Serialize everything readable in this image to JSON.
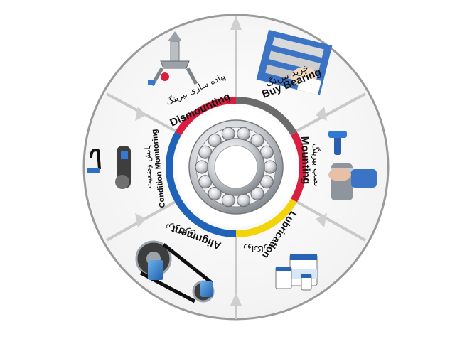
{
  "segments": [
    {
      "id": "buy",
      "label_en": "Buy Bearing",
      "label_fa": "خرید بیرینگ",
      "icon": "bearing-shelf-photo",
      "ring_color": "#6b6b6b"
    },
    {
      "id": "mount",
      "label_en": "Mounting",
      "label_fa": "نصب بیرینگ",
      "icon": "mounting-tool-photo",
      "ring_color": "#d81f3f"
    },
    {
      "id": "lube",
      "label_en": "Lubrication",
      "label_fa": "روانکاری",
      "icon": "grease-cans-photo",
      "ring_color": "#f2d40a"
    },
    {
      "id": "align",
      "label_en": "Alignment",
      "label_fa": "ترازکاری",
      "icon": "belt-alignment-tool-photo",
      "ring_color": "#1e63b8"
    },
    {
      "id": "cond",
      "label_en": "Condition Monitoring",
      "label_fa": "پایش وضعیت",
      "icon": "condition-monitor-device-photo",
      "ring_color": "#1e63b8"
    },
    {
      "id": "dismount",
      "label_en": "Dismounting",
      "label_fa": "پیاده سازی بیرینگ",
      "icon": "bearing-puller-photo",
      "ring_color": "#d81f3f"
    }
  ],
  "center": {
    "icon": "ball-bearing-icon"
  },
  "colors": {
    "disk": "#ffffff",
    "rim": "#9a9a9a",
    "divider": "#c9c9c9",
    "text": "#111111"
  }
}
